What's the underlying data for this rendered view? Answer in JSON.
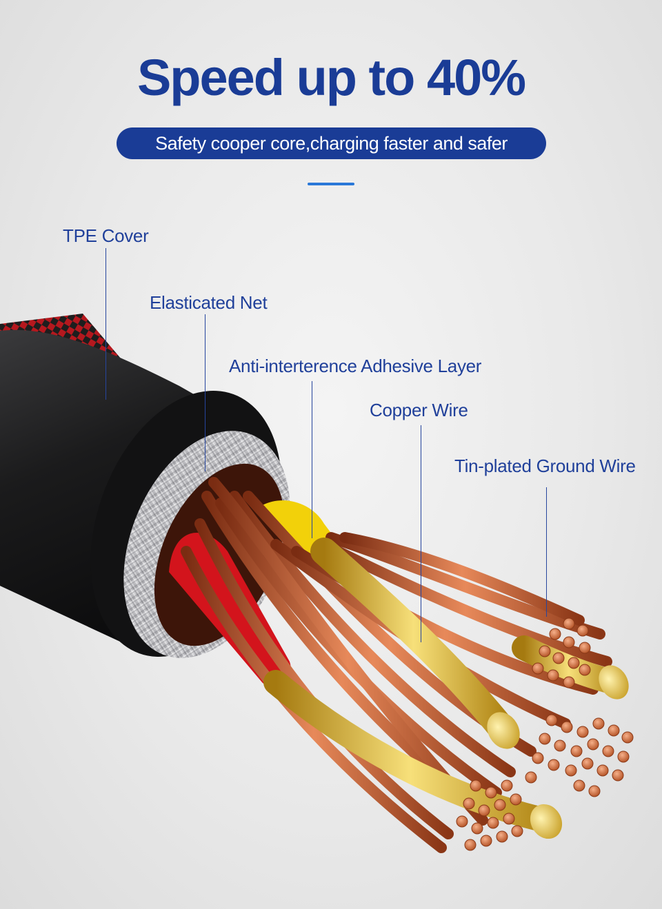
{
  "header": {
    "title": "Speed up to 40%",
    "subtitle": "Safety cooper core,charging faster and safer"
  },
  "colors": {
    "brand": "#1a3c96",
    "accent": "#2a78d8",
    "copper": "#c8602f",
    "jacket": "#1b1b1c",
    "braid": "#b9b9bd",
    "insulator_red": "#d3141c",
    "insulator_yellow": "#f2d10a"
  },
  "labels": [
    {
      "id": "tpe-cover",
      "text": "TPE Cover"
    },
    {
      "id": "elasticated-net",
      "text": "Elasticated Net"
    },
    {
      "id": "adhesive-layer",
      "text": "Anti-interterence Adhesive Layer"
    },
    {
      "id": "copper-wire",
      "text": "Copper Wire"
    },
    {
      "id": "ground-wire",
      "text": "Tin-plated Ground Wire"
    }
  ]
}
